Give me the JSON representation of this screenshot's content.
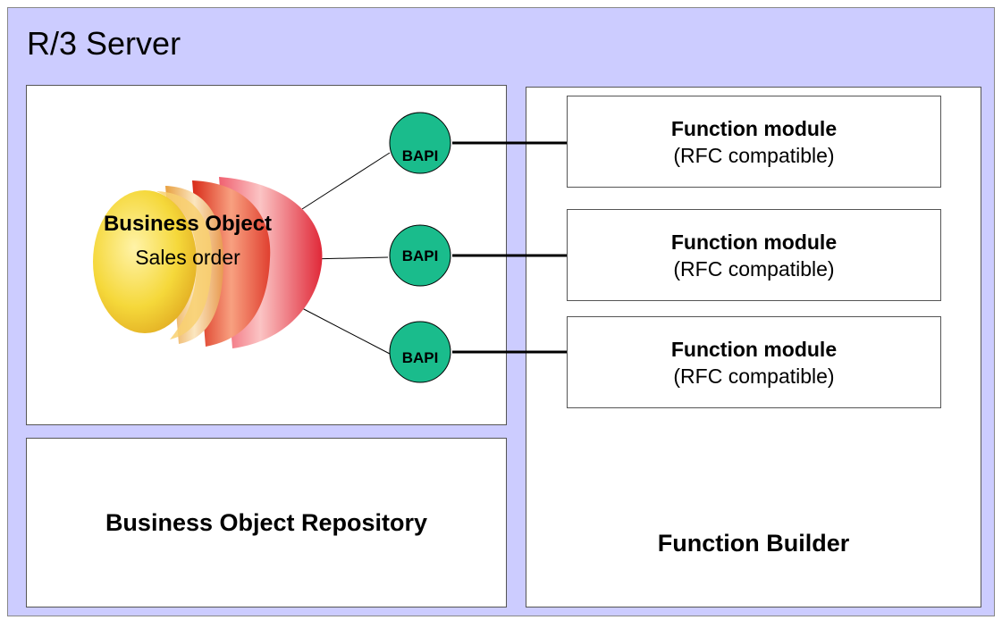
{
  "server": {
    "title": "R/3 Server"
  },
  "business_object": {
    "title": "Business Object",
    "subtitle": "Sales order"
  },
  "bapis": [
    {
      "label": "BAPI"
    },
    {
      "label": "BAPI"
    },
    {
      "label": "BAPI"
    }
  ],
  "function_modules": [
    {
      "title": "Function module",
      "subtitle": "(RFC compatible)"
    },
    {
      "title": "Function module",
      "subtitle": "(RFC compatible)"
    },
    {
      "title": "Function module",
      "subtitle": "(RFC compatible)"
    }
  ],
  "repository": {
    "label": "Business Object Repository"
  },
  "function_builder": {
    "label": "Function Builder"
  },
  "colors": {
    "background": "#ccccff",
    "bapi_fill": "#1abc8c",
    "egg_yellow": "#f5d83a",
    "egg_red": "#e83a3a"
  }
}
